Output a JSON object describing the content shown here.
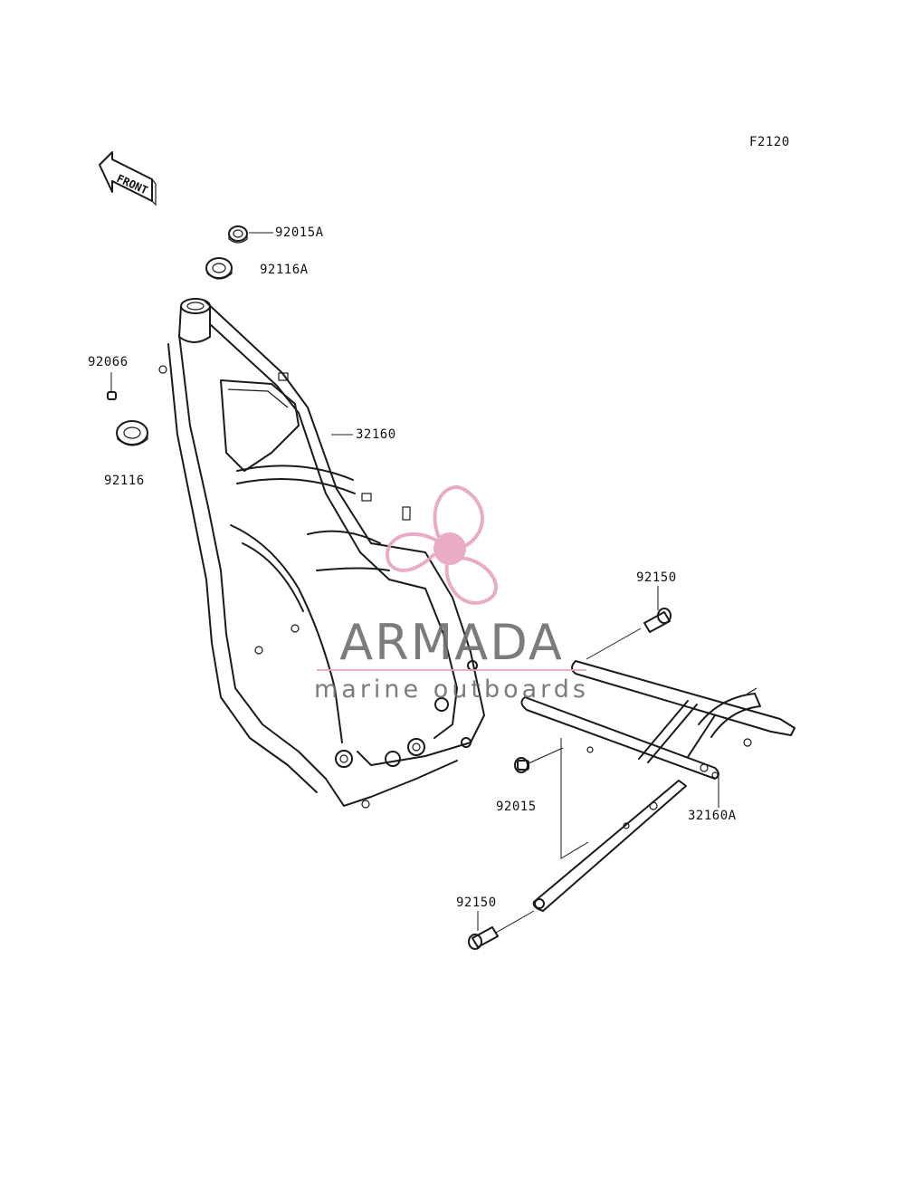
{
  "diagram": {
    "code": "F2120",
    "front_arrow_text": "FRONT",
    "labels": {
      "p92015A": "92015A",
      "p92116A": "92116A",
      "p92066": "92066",
      "p92116": "92116",
      "p32160": "32160",
      "p92150_top": "92150",
      "p92015": "92015",
      "p32160A": "32160A",
      "p92150_bottom": "92150"
    }
  },
  "watermark": {
    "brand": "ARMADA",
    "tagline": "marine outboards",
    "logo_color": "#e7a3bf",
    "text_color": "#6e6e6e"
  }
}
